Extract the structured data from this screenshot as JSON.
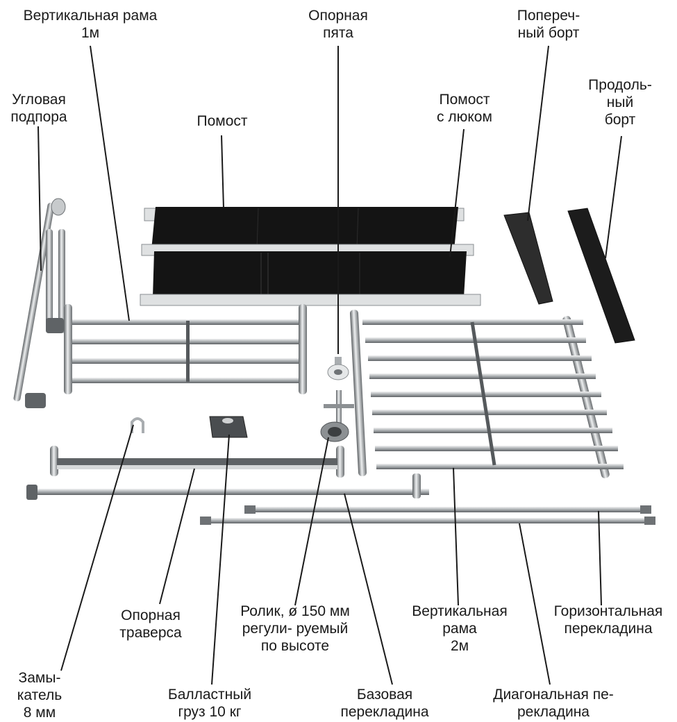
{
  "labels": {
    "vframe1": [
      "Вертикальная рама",
      "1м"
    ],
    "heel": [
      "Опорная",
      "пята"
    ],
    "crossboard": [
      "Попереч-",
      "ный борт"
    ],
    "corner": [
      "Угловая",
      "подпора"
    ],
    "platform": [
      "Помост"
    ],
    "hatch": [
      "Помост",
      "с люком"
    ],
    "longboard": [
      "Продоль-",
      "ный",
      "борт"
    ],
    "outrigger": [
      "Опорная",
      "траверса"
    ],
    "castor": [
      "Ролик, ø 150 мм",
      "регули- руемый",
      "по высоте"
    ],
    "vframe2": [
      "Вертикальная",
      "рама",
      "2м"
    ],
    "horizontal": [
      "Горизонтальная",
      "перекладина"
    ],
    "lock": [
      "Замы-",
      "катель",
      "8 мм"
    ],
    "ballast": [
      "Балластный",
      "груз 10 кг"
    ],
    "base": [
      "Базовая",
      "перекладина"
    ],
    "diagonal": [
      "Диагональная пе-",
      "рекладина"
    ]
  },
  "colors": {
    "board": "#141414",
    "steel": "#b9bcbe",
    "steel_dark": "#6e7275",
    "aluminium": "#dcdedf",
    "line": "#1a1a1a"
  }
}
